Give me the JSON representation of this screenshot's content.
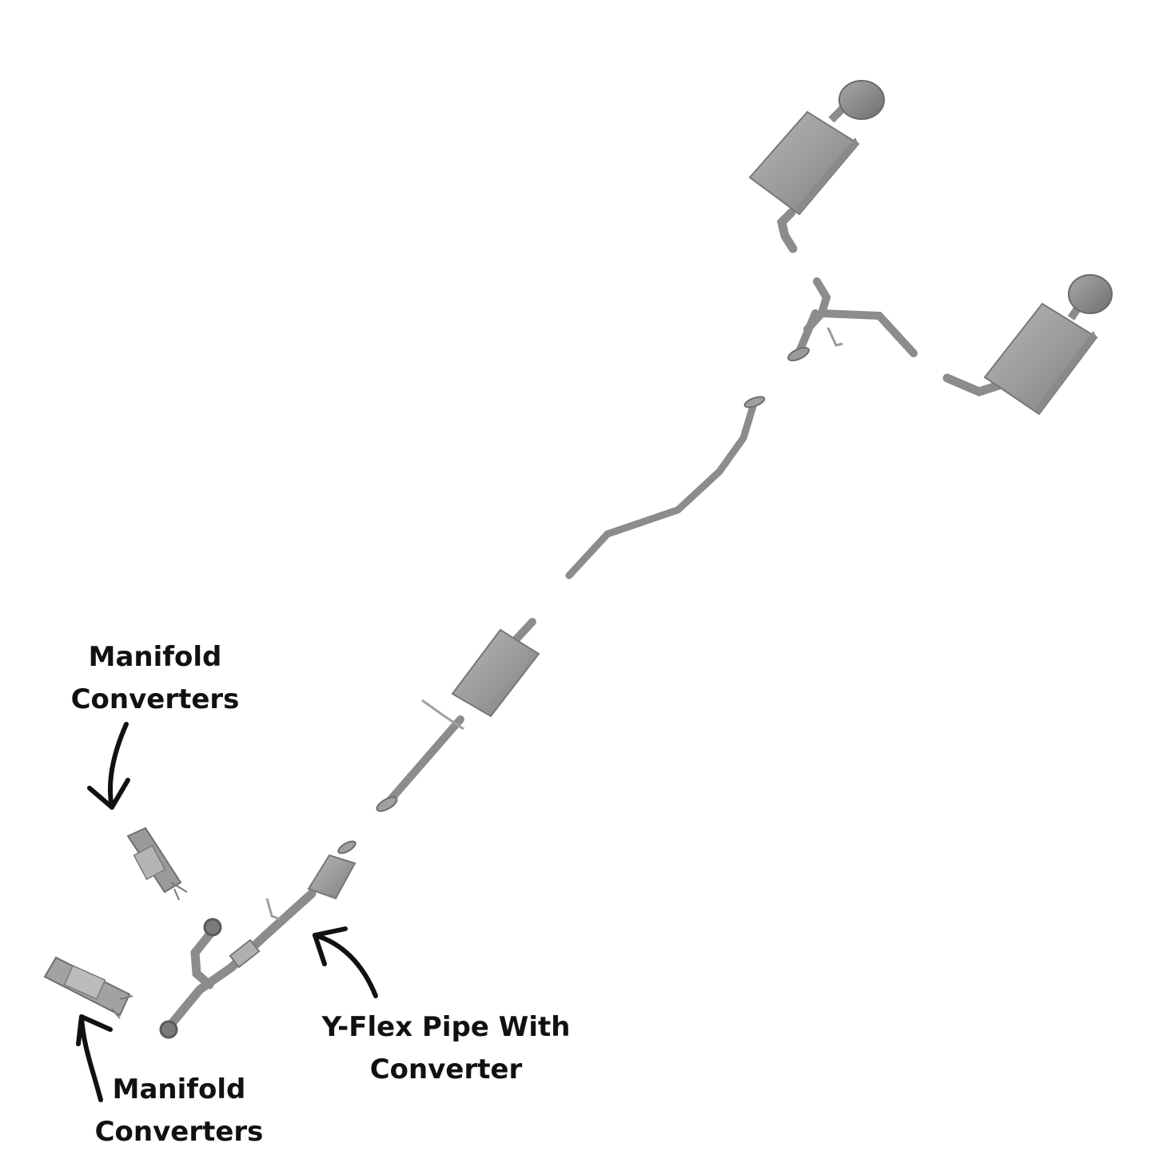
{
  "labels": {
    "manifold_upper": {
      "line1": "Manifold",
      "line2": "Converters"
    },
    "manifold_lower": {
      "line1": "Manifold",
      "line2": "Converters"
    },
    "yflex": {
      "line1": "Y-Flex Pipe With",
      "line2": "Converter"
    }
  },
  "colors": {
    "part_body": "#9a9a9a",
    "part_dark": "#707070",
    "part_light": "#c4c4c4",
    "pipe": "#8c8c8c",
    "label_text": "#111111",
    "arrow": "#111111"
  },
  "icons": [
    "curved-arrow-icon"
  ]
}
